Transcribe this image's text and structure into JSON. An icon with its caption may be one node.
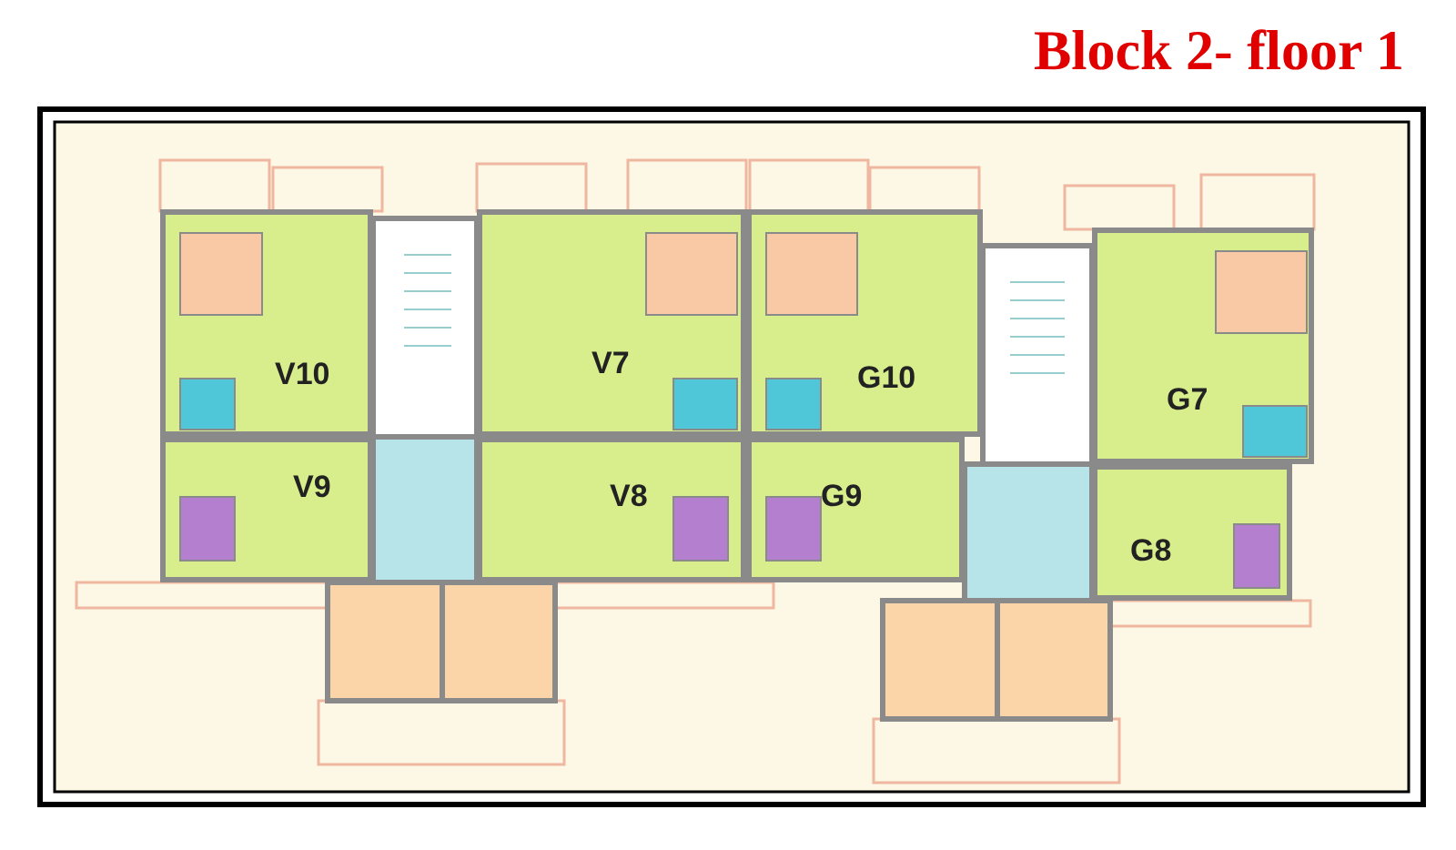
{
  "diagram": {
    "title": "Block 2- floor 1",
    "nodes": [
      {
        "text": [
          "V10"
        ]
      },
      {
        "text": [
          "V7"
        ]
      },
      {
        "text": [
          "G10"
        ]
      },
      {
        "text": [
          "G7"
        ]
      },
      {
        "text": [
          "V9"
        ]
      },
      {
        "text": [
          "V8"
        ]
      },
      {
        "text": [
          "G9"
        ]
      },
      {
        "text": [
          "G8"
        ]
      }
    ]
  }
}
